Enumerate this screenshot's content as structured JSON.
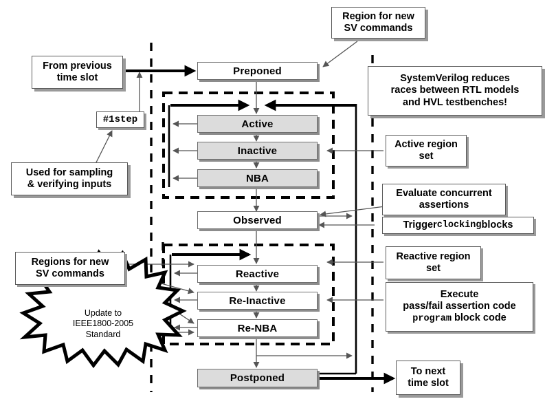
{
  "diagram": {
    "title": "SystemVerilog Scheduling Regions (IEEE 1800-2005) Time Slot Flow",
    "type": "flowchart"
  },
  "regions": [
    {
      "id": "preponed",
      "label": "Preponed",
      "fill": "white"
    },
    {
      "id": "active",
      "label": "Active",
      "fill": "gray"
    },
    {
      "id": "inactive",
      "label": "Inactive",
      "fill": "gray"
    },
    {
      "id": "nba",
      "label": "NBA",
      "fill": "gray"
    },
    {
      "id": "observed",
      "label": "Observed",
      "fill": "white"
    },
    {
      "id": "reactive",
      "label": "Reactive",
      "fill": "white"
    },
    {
      "id": "reinactive",
      "label": "Re-Inactive",
      "fill": "white"
    },
    {
      "id": "renba",
      "label": "Re-NBA",
      "fill": "white"
    },
    {
      "id": "postponed",
      "label": "Postponed",
      "fill": "gray"
    }
  ],
  "terminals": {
    "previous": {
      "line1": "From previous",
      "line2": "time slot"
    },
    "next": {
      "line1": "To next",
      "line2": "time slot"
    }
  },
  "step_label": "#1step",
  "notes": {
    "region_new_sv": {
      "line1": "Region for new",
      "line2": "SV commands"
    },
    "regions_new_sv": {
      "line1": "Regions for new",
      "line2": "SV commands"
    },
    "sampling": {
      "line1": "Used for sampling",
      "line2": "& verifying inputs"
    },
    "sv_reduces": {
      "line1": "SystemVerilog reduces",
      "line2": "races between RTL models",
      "line3": "and HVL testbenches!"
    },
    "active_set": {
      "line1": "Active region",
      "line2": "set"
    },
    "evaluate": {
      "line1": "Evaluate concurrent",
      "line2": "assertions"
    },
    "trigger": {
      "pre": "Trigger ",
      "code": "clocking",
      "post": " blocks"
    },
    "reactive_set": {
      "line1": "Reactive region",
      "line2": "set"
    },
    "execute": {
      "line1": "Execute",
      "line2": "pass/fail assertion code",
      "code": "program",
      "line3": " block code"
    }
  },
  "starburst": {
    "line1": "Update to",
    "line2": "IEEE1800-2005",
    "line3": "Standard"
  },
  "colors": {
    "region_fill_gray": "#dcdcdc",
    "region_fill_white": "#ffffff",
    "border": "#6e6e6e",
    "shadow": "#9a9a9a",
    "line": "#000000",
    "thin_line": "#555555",
    "background": "#ffffff"
  }
}
